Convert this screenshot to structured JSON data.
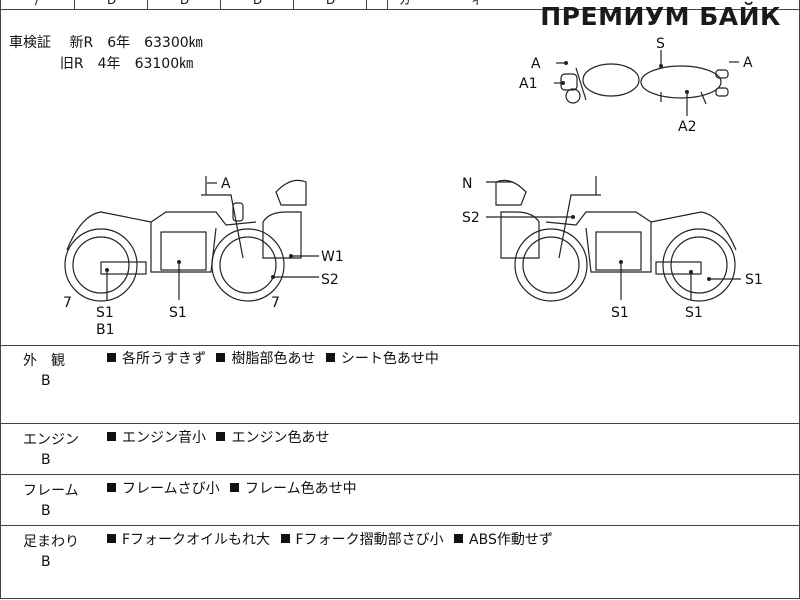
{
  "header": {
    "top_chars": [
      "/",
      "D",
      "D",
      "D",
      "D",
      "/",
      "ガ",
      "ィ"
    ],
    "watermark": "ПРЕМИУМ БАЙК"
  },
  "inspection": {
    "label": "車検証",
    "new_label": "新R",
    "new_years": "6年",
    "new_km": "63300㎞",
    "old_label": "旧R",
    "old_years": "4年",
    "old_km": "63100㎞"
  },
  "diagram_labels": {
    "top_view": [
      "S",
      "A",
      "A",
      "A1",
      "A2"
    ],
    "left_view": [
      "A",
      "W1",
      "S2",
      "7",
      "7",
      "S1",
      "B1",
      "S1"
    ],
    "right_view": [
      "N",
      "S2",
      "S1",
      "S1",
      "S1"
    ]
  },
  "sections": [
    {
      "label": "外　観",
      "grade": "B",
      "items": [
        "各所うすきず",
        "樹脂部色あせ",
        "シート色あせ中"
      ]
    },
    {
      "label": "エンジン",
      "grade": "B",
      "items": [
        "エンジン音小",
        "エンジン色あせ"
      ]
    },
    {
      "label": "フレーム",
      "grade": "B",
      "items": [
        "フレームさび小",
        "フレーム色あせ中"
      ]
    },
    {
      "label": "足まわり",
      "grade": "B",
      "items": [
        "Fフォークオイルもれ大",
        "Fフォーク摺動部さび小",
        "ABS作動せず"
      ]
    }
  ]
}
